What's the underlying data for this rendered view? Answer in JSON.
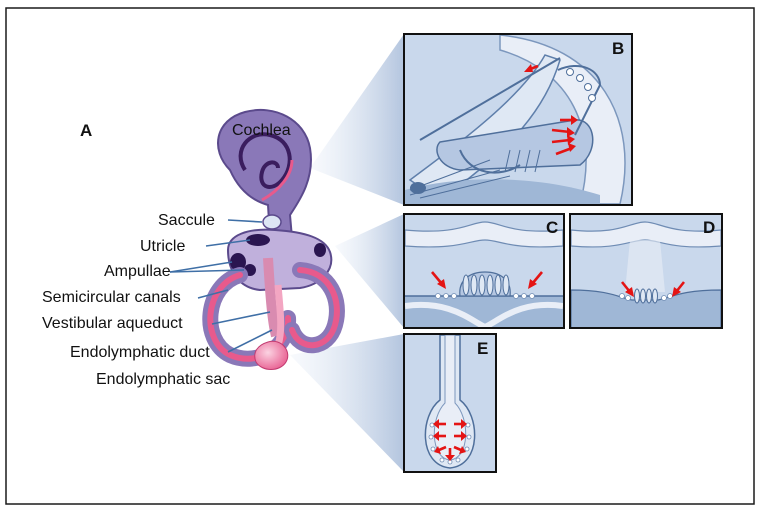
{
  "figure": {
    "panel_a": "A",
    "panel_b": "B",
    "panel_c": "C",
    "panel_d": "D",
    "panel_e": "E"
  },
  "labels": {
    "cochlea": "Cochlea",
    "saccule": "Saccule",
    "utricle": "Utricle",
    "ampullae": "Ampullae",
    "semicircular_canals": "Semicircular canals",
    "vestibular_aqueduct": "Vestibular aqueduct",
    "endolymphatic_duct": "Endolymphatic duct",
    "endolymphatic_sac": "Endolymphatic sac"
  },
  "colors": {
    "outline": "#1a1a1a",
    "tissue_blue": "#c9d8ec",
    "tissue_mid": "#9fb7d6",
    "inner_ear_purple": "#8a78b8",
    "inner_ear_pink": "#e85a8c",
    "arrow_red": "#e41414",
    "pointer_blue": "#3f6fa6"
  }
}
